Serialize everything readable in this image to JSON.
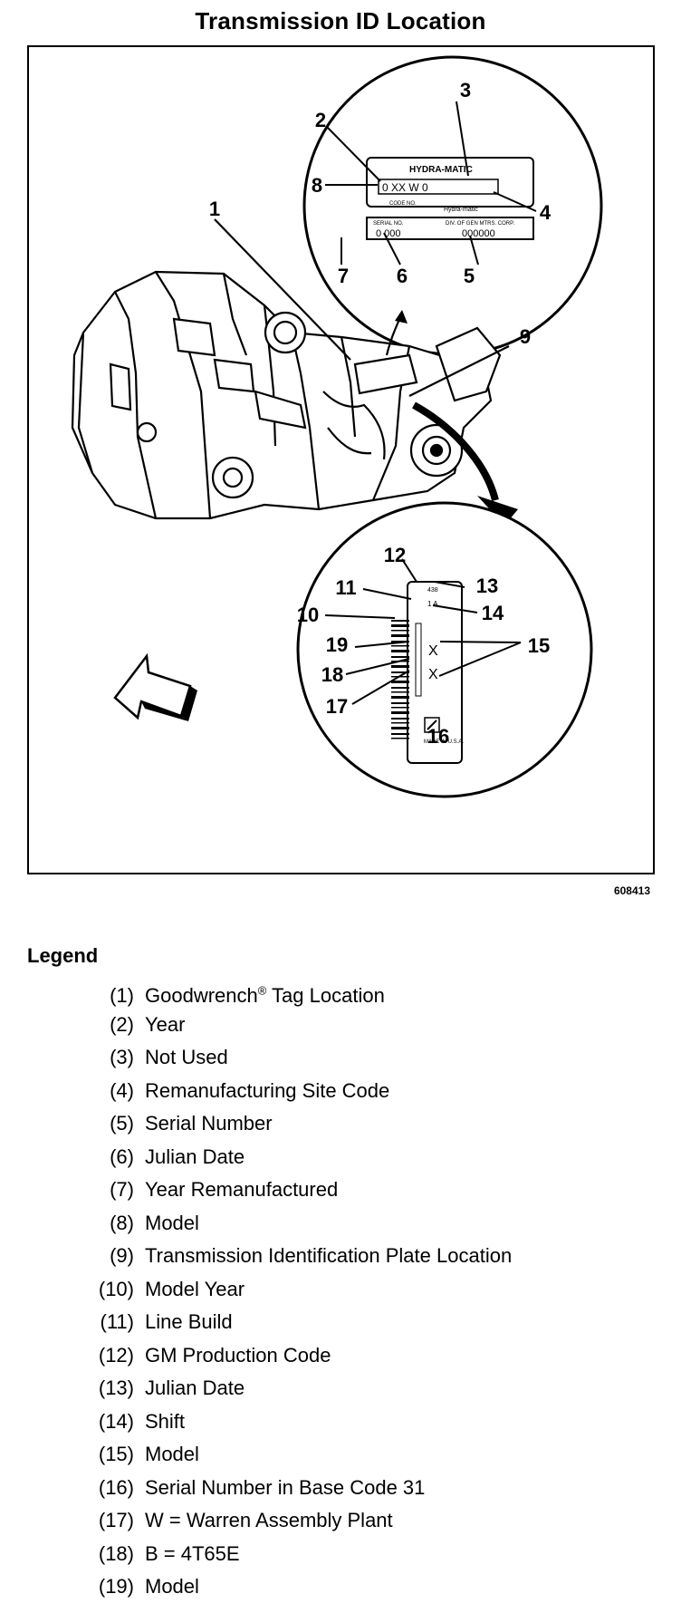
{
  "title": "Transmission ID Location",
  "figure_id": "608413",
  "legend_title": "Legend",
  "callouts": [
    "1",
    "2",
    "3",
    "4",
    "5",
    "6",
    "7",
    "8",
    "9",
    "10",
    "11",
    "12",
    "13",
    "14",
    "15",
    "16",
    "17",
    "18",
    "19"
  ],
  "upper_plate": {
    "brand": "HYDRA-MATIC",
    "code_line": "0 XX  W  0",
    "code_label": "CODE NO.",
    "maker": "Hydra-matic",
    "serial_label": "SERIAL NO.",
    "division_label": "DIV. OF GEN MTRS. CORP.",
    "serial_value": "0  000",
    "number_value": "000000"
  },
  "lower_plate": {
    "code_top": "438",
    "code_second": "1 A",
    "made_in": "MADE IN U.S.A.",
    "x_mark": "X"
  },
  "legend": [
    {
      "num": "(1)",
      "text": "Goodwrench",
      "sup": "®",
      "suffix": " Tag Location"
    },
    {
      "num": "(2)",
      "text": "Year"
    },
    {
      "num": "(3)",
      "text": "Not Used"
    },
    {
      "num": "(4)",
      "text": "Remanufacturing Site Code"
    },
    {
      "num": "(5)",
      "text": "Serial Number"
    },
    {
      "num": "(6)",
      "text": "Julian Date"
    },
    {
      "num": "(7)",
      "text": "Year Remanufactured"
    },
    {
      "num": "(8)",
      "text": "Model"
    },
    {
      "num": "(9)",
      "text": "Transmission Identification Plate Location"
    },
    {
      "num": "(10)",
      "text": "Model Year"
    },
    {
      "num": "(11)",
      "text": "Line Build"
    },
    {
      "num": "(12)",
      "text": "GM Production Code"
    },
    {
      "num": "(13)",
      "text": "Julian Date"
    },
    {
      "num": "(14)",
      "text": "Shift"
    },
    {
      "num": "(15)",
      "text": "Model"
    },
    {
      "num": "(16)",
      "text": "Serial Number in Base Code 31"
    },
    {
      "num": "(17)",
      "text": "W = Warren Assembly Plant"
    },
    {
      "num": "(18)",
      "text": "B = 4T65E"
    },
    {
      "num": "(19)",
      "text": "Model"
    }
  ]
}
